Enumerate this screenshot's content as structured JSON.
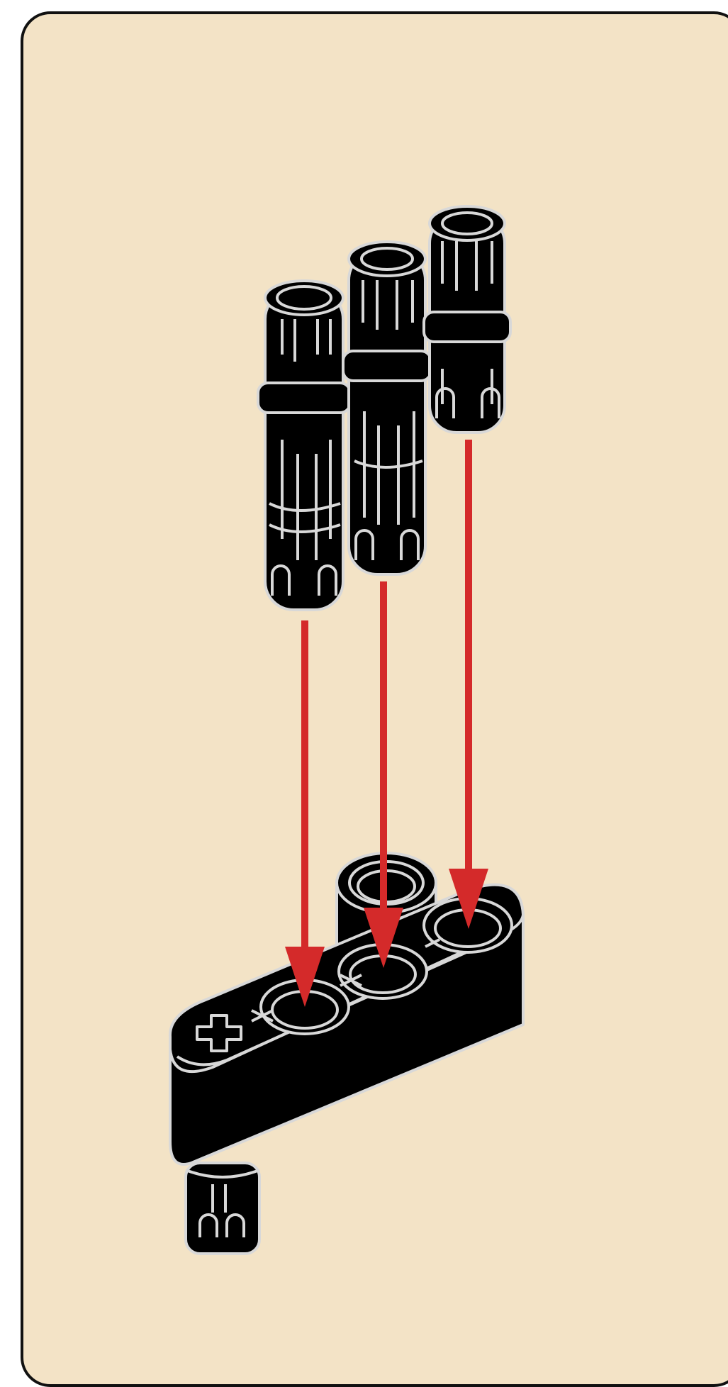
{
  "diagram": {
    "kind": "assembly-instruction-step",
    "parts": [
      {
        "name": "friction-pin-left",
        "color": "black"
      },
      {
        "name": "friction-pin-middle",
        "color": "black"
      },
      {
        "name": "friction-pin-right",
        "color": "black"
      },
      {
        "name": "bent-beam-with-axle-hole",
        "color": "black"
      }
    ],
    "arrows": {
      "count": 3,
      "color": "#d42a2a",
      "direction": "down"
    },
    "colors": {
      "background": "#f3e3c6",
      "part": "#000000",
      "outline": "#d8d8d8",
      "border": "#111111",
      "arrow": "#d42a2a"
    }
  }
}
